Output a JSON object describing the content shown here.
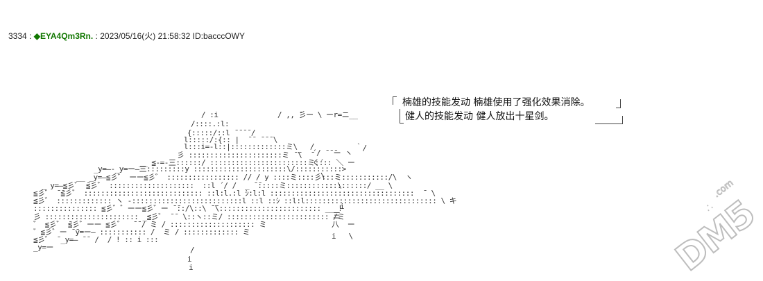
{
  "post": {
    "number": "3334 :",
    "name": "◆EYA4Qm3Rn.",
    "meta": ": 2023/05/16(火) 21:58:32 ID:bacccOWY"
  },
  "dialog": {
    "line1": "楠雄的技能发动  楠雄使用了强化效果消除。",
    "line2": "健人的技能发动  健人放出十星剑。"
  },
  "ascii_art": [
    "/ :i",
    "/::::.:l:",
    "/ ,, ̄彡ー \\ ーr=ニ__",
    "{:::::/::l ̄ ̄ ̄ ̄ /",
    "l:::::/:{:: |  ̄ ̄  ̄ ̄ ̄ \\",
    "l:::i=-l::|:::::::::::::ミ\\   /",
    "彡 ::::::::::::::::::::::ミ ̄ ̄\\  ̄",
    "__ ≦-=-三::::::/ :::::::::::::::::::::::ミ:::: ＼ ー",
    "_y=―-_y=ー―三:::::::::y ::::::::::::::::::::::\\/:::::::::::> ",
    "__ _y=―≦彡゛ ーー≦彡゛ ::::::::::::::::: // / y ::::ミ::::彡:::ミ:::::::::::/\\  ヽ",
    "_ y=―≦彡゛ ̄≦彡゛ ::::::::::::::::::::  ::l ´/ /  _ ̄ ̄:::::ミ:::::::::::::::::::/ __ \\",
    "≦彡゛ ̄ ̄≦彡゛ :::::::::::::::::::::::::::: ::l:l.:l ｼ:l:l ::::::::::::::::::::::::::::::::::  ̄  \\",
    "≦彡゛ ::::::::::::: ヽ -::::::::::::::::::::::::::l ::l ::ｼ ::l:l::::::::::::::::::::::::::::::: \\ キ",
    "::::::::::::::: ≦彡゛゛ーー≦彡゛ー ̄ ̄::/\\::\\ ̄ ̄\\:::::::::::::::::::::::: ___!  ",
    "彡 :::::::::::::::::::::: _≦彡゛ ̄ ̄  \\::ヽ::ミ/ :::::::::::::::::::::::: /ミ",
    "゛ ≦彡゛ ̄≦彡゛ーー ≦彡゛  ̄ ̄ / ミ / :::::::::::::::::::: ミ  ",
    "゛≦彡゛ー ̄ ̄y=ー― ::::::::::: /  ミ / ::::::::::::: ミ ",
    "≦彡゛ ̄ _y=― ̄ ̄  /  / ! :: i :::",
    "_y=ー",
    "/",
    "i",
    "i"
  ],
  "ascii_right": [
    "｀/",
    "´/ ̄ ̄ ̄ー ヽ",
    "く´",
    "\\",
    ":: \\",
    "i",
    "三 ",
    "八  ー",
    "i   \\"
  ],
  "watermark": {
    "main": "DM5",
    "domain": ".com"
  }
}
